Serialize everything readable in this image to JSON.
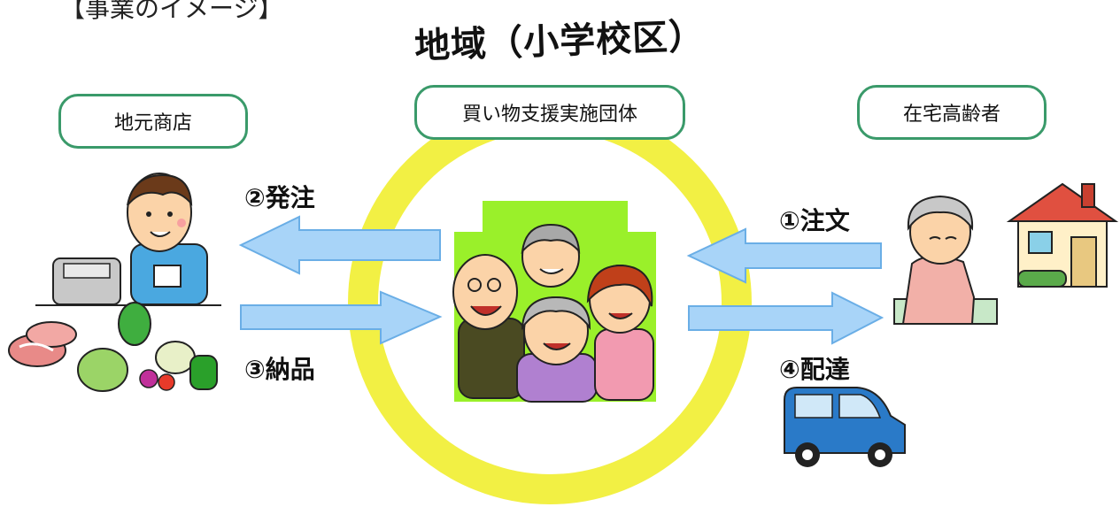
{
  "page_caption": "【事業のイメージ】",
  "title": "地域（小学校区）",
  "actors": {
    "shop": "地元商店",
    "organization": "買い物支援実施団体",
    "elderly": "在宅高齢者"
  },
  "steps": {
    "order": "①注文",
    "purchase_order": "②発注",
    "delivery_to_org": "③納品",
    "delivery_to_home": "④配達"
  },
  "colors": {
    "box_border": "#3a9a6a",
    "circle": "#f2f044",
    "arrow_fill": "#a8d4f8",
    "arrow_stroke": "#6aaee6",
    "group_bg": "#9af02a"
  },
  "icons": [
    "shopkeeper-icon",
    "register-icon",
    "vegetables-icon",
    "meat-icon",
    "group-people-icon",
    "elderly-woman-icon",
    "house-icon",
    "car-icon"
  ]
}
